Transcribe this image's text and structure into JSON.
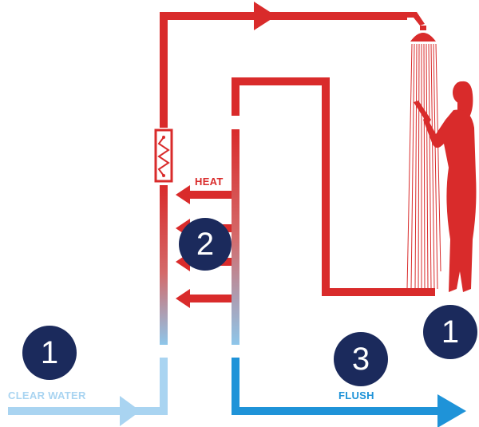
{
  "labels": {
    "clear_water": "CLEAR WATER",
    "heat": "HEAT",
    "flush": "FLUSH"
  },
  "badges": {
    "inlet_step": "1",
    "heat_exchange_step": "2",
    "drain_step": "3",
    "shower_step": "1"
  },
  "icons": [
    "heater-coil-icon",
    "shower-head-icon",
    "person-showering-icon"
  ],
  "colors": {
    "hot_red": "#d92b2b",
    "cold_light_blue": "#a9d4f1",
    "drain_blue": "#1f93d8",
    "badge_navy": "#1b2a5c"
  }
}
